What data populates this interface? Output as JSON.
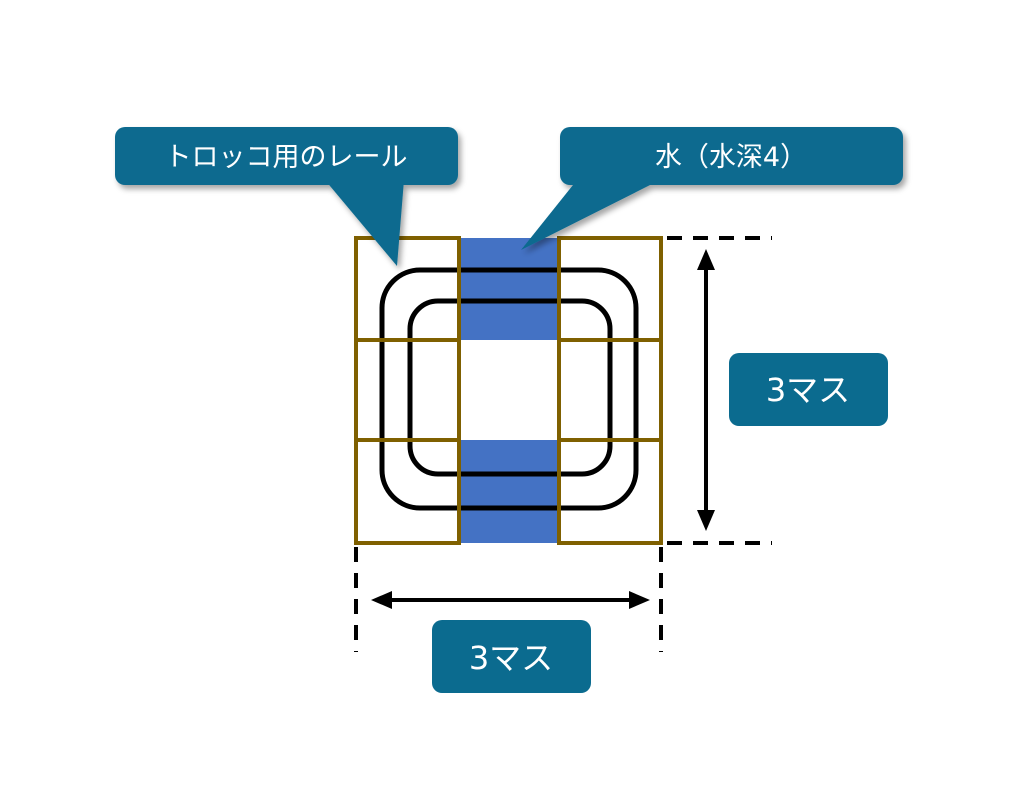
{
  "callouts": {
    "rail_label": "トロッコ用のレール",
    "water_label": "水（水深4）"
  },
  "dimensions": {
    "height_label": "3マス",
    "width_label": "3マス"
  },
  "colors": {
    "callout_fill": "#0b6b8f",
    "water_fill": "#4472c4",
    "grid_stroke": "#7f6000",
    "rail_stroke": "#000000"
  }
}
